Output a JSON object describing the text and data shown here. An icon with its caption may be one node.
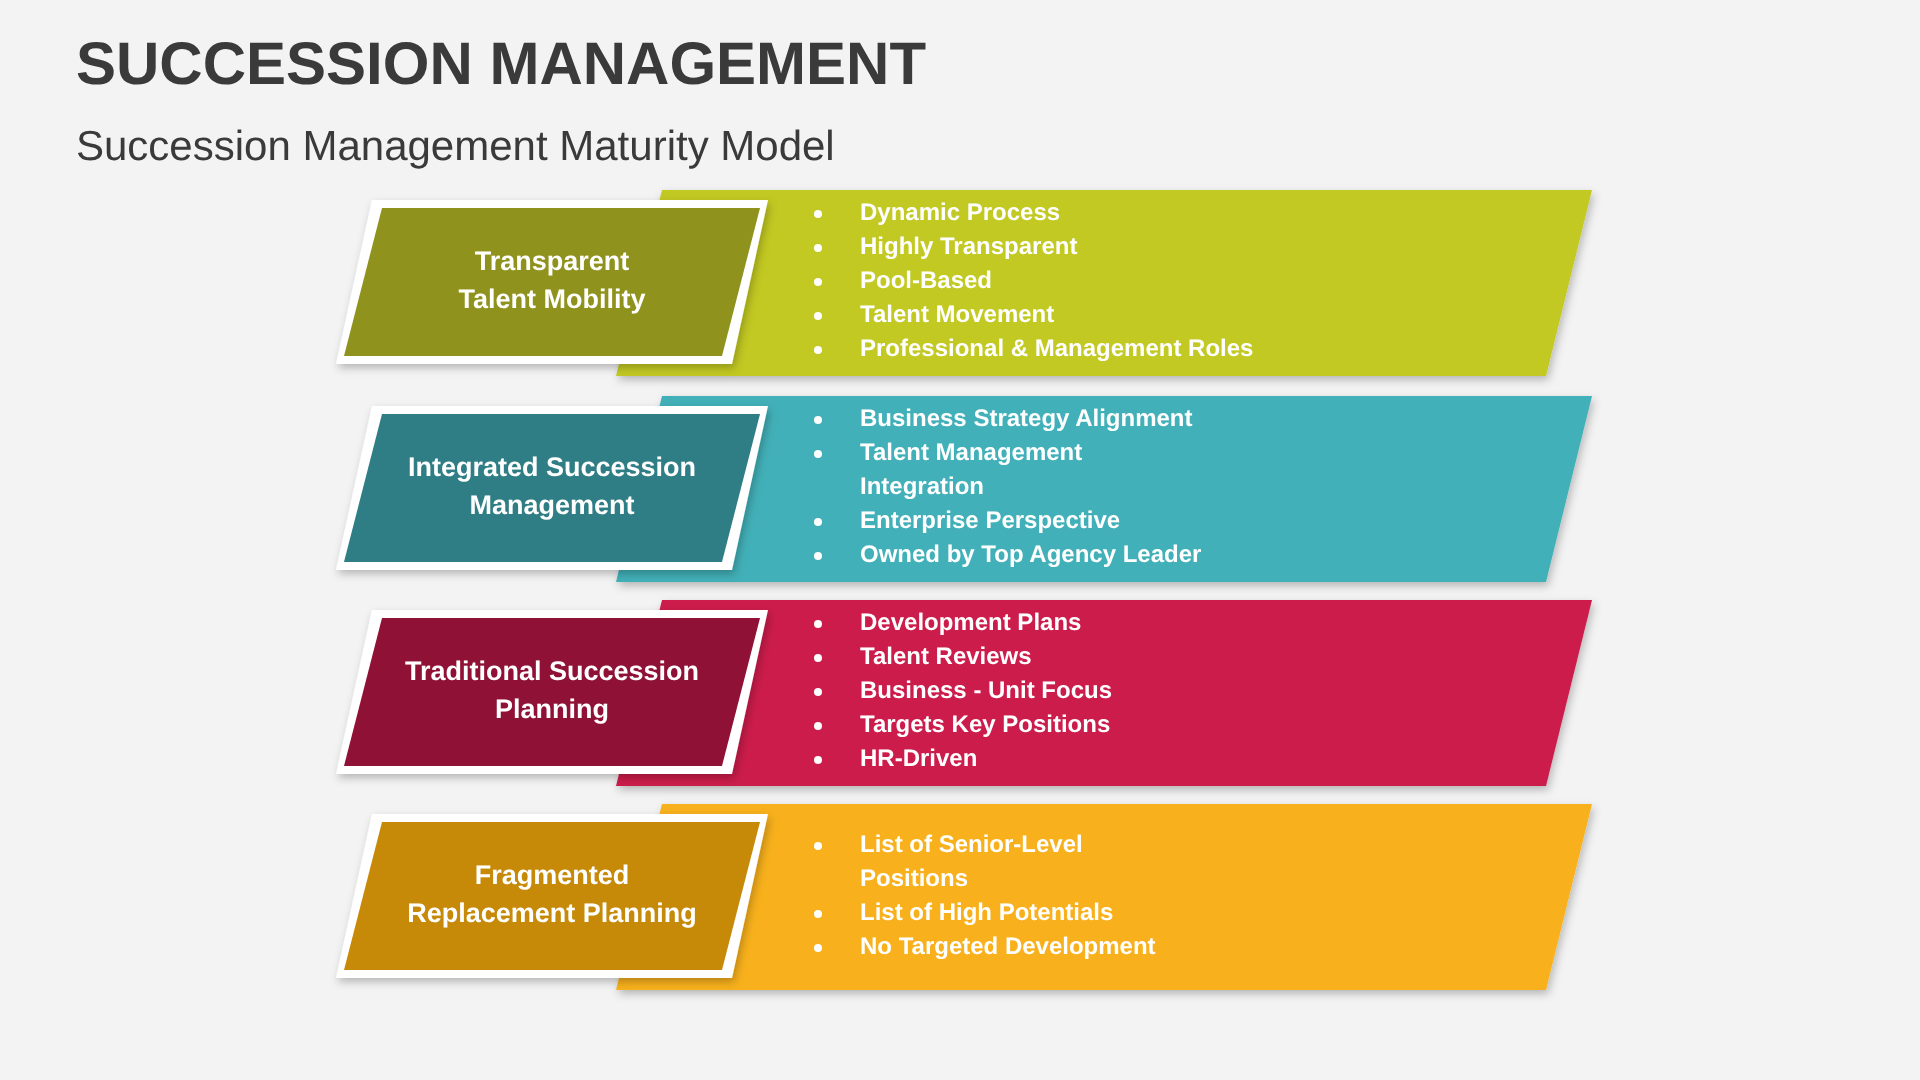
{
  "diagram": {
    "title": "SUCCESSION MANAGEMENT",
    "caption": "Succession Management Maturity Model",
    "nodes": [
      {
        "text": [
          "Transparent Talent Mobility"
        ]
      },
      {
        "text": [
          "Dynamic Process",
          "Highly Transparent",
          "Pool-Based",
          "Talent Movement",
          "Professional & Management Roles"
        ]
      },
      {
        "text": [
          "Integrated Succession Management"
        ]
      },
      {
        "text": [
          "Business Strategy Alignment",
          "Talent Management Integration",
          "Enterprise Perspective",
          "Owned by Top Agency Leader"
        ]
      },
      {
        "text": [
          "Traditional Succession Planning"
        ]
      },
      {
        "text": [
          "Development Plans",
          "Talent Reviews",
          "Business - Unit Focus",
          "Targets Key Positions",
          "HR-Driven"
        ]
      },
      {
        "text": [
          "Fragmented Replacement Planning"
        ]
      },
      {
        "text": [
          "List of Senior-Level Positions",
          "List of High Potentials",
          "No Targeted Development"
        ]
      }
    ],
    "edges": []
  }
}
